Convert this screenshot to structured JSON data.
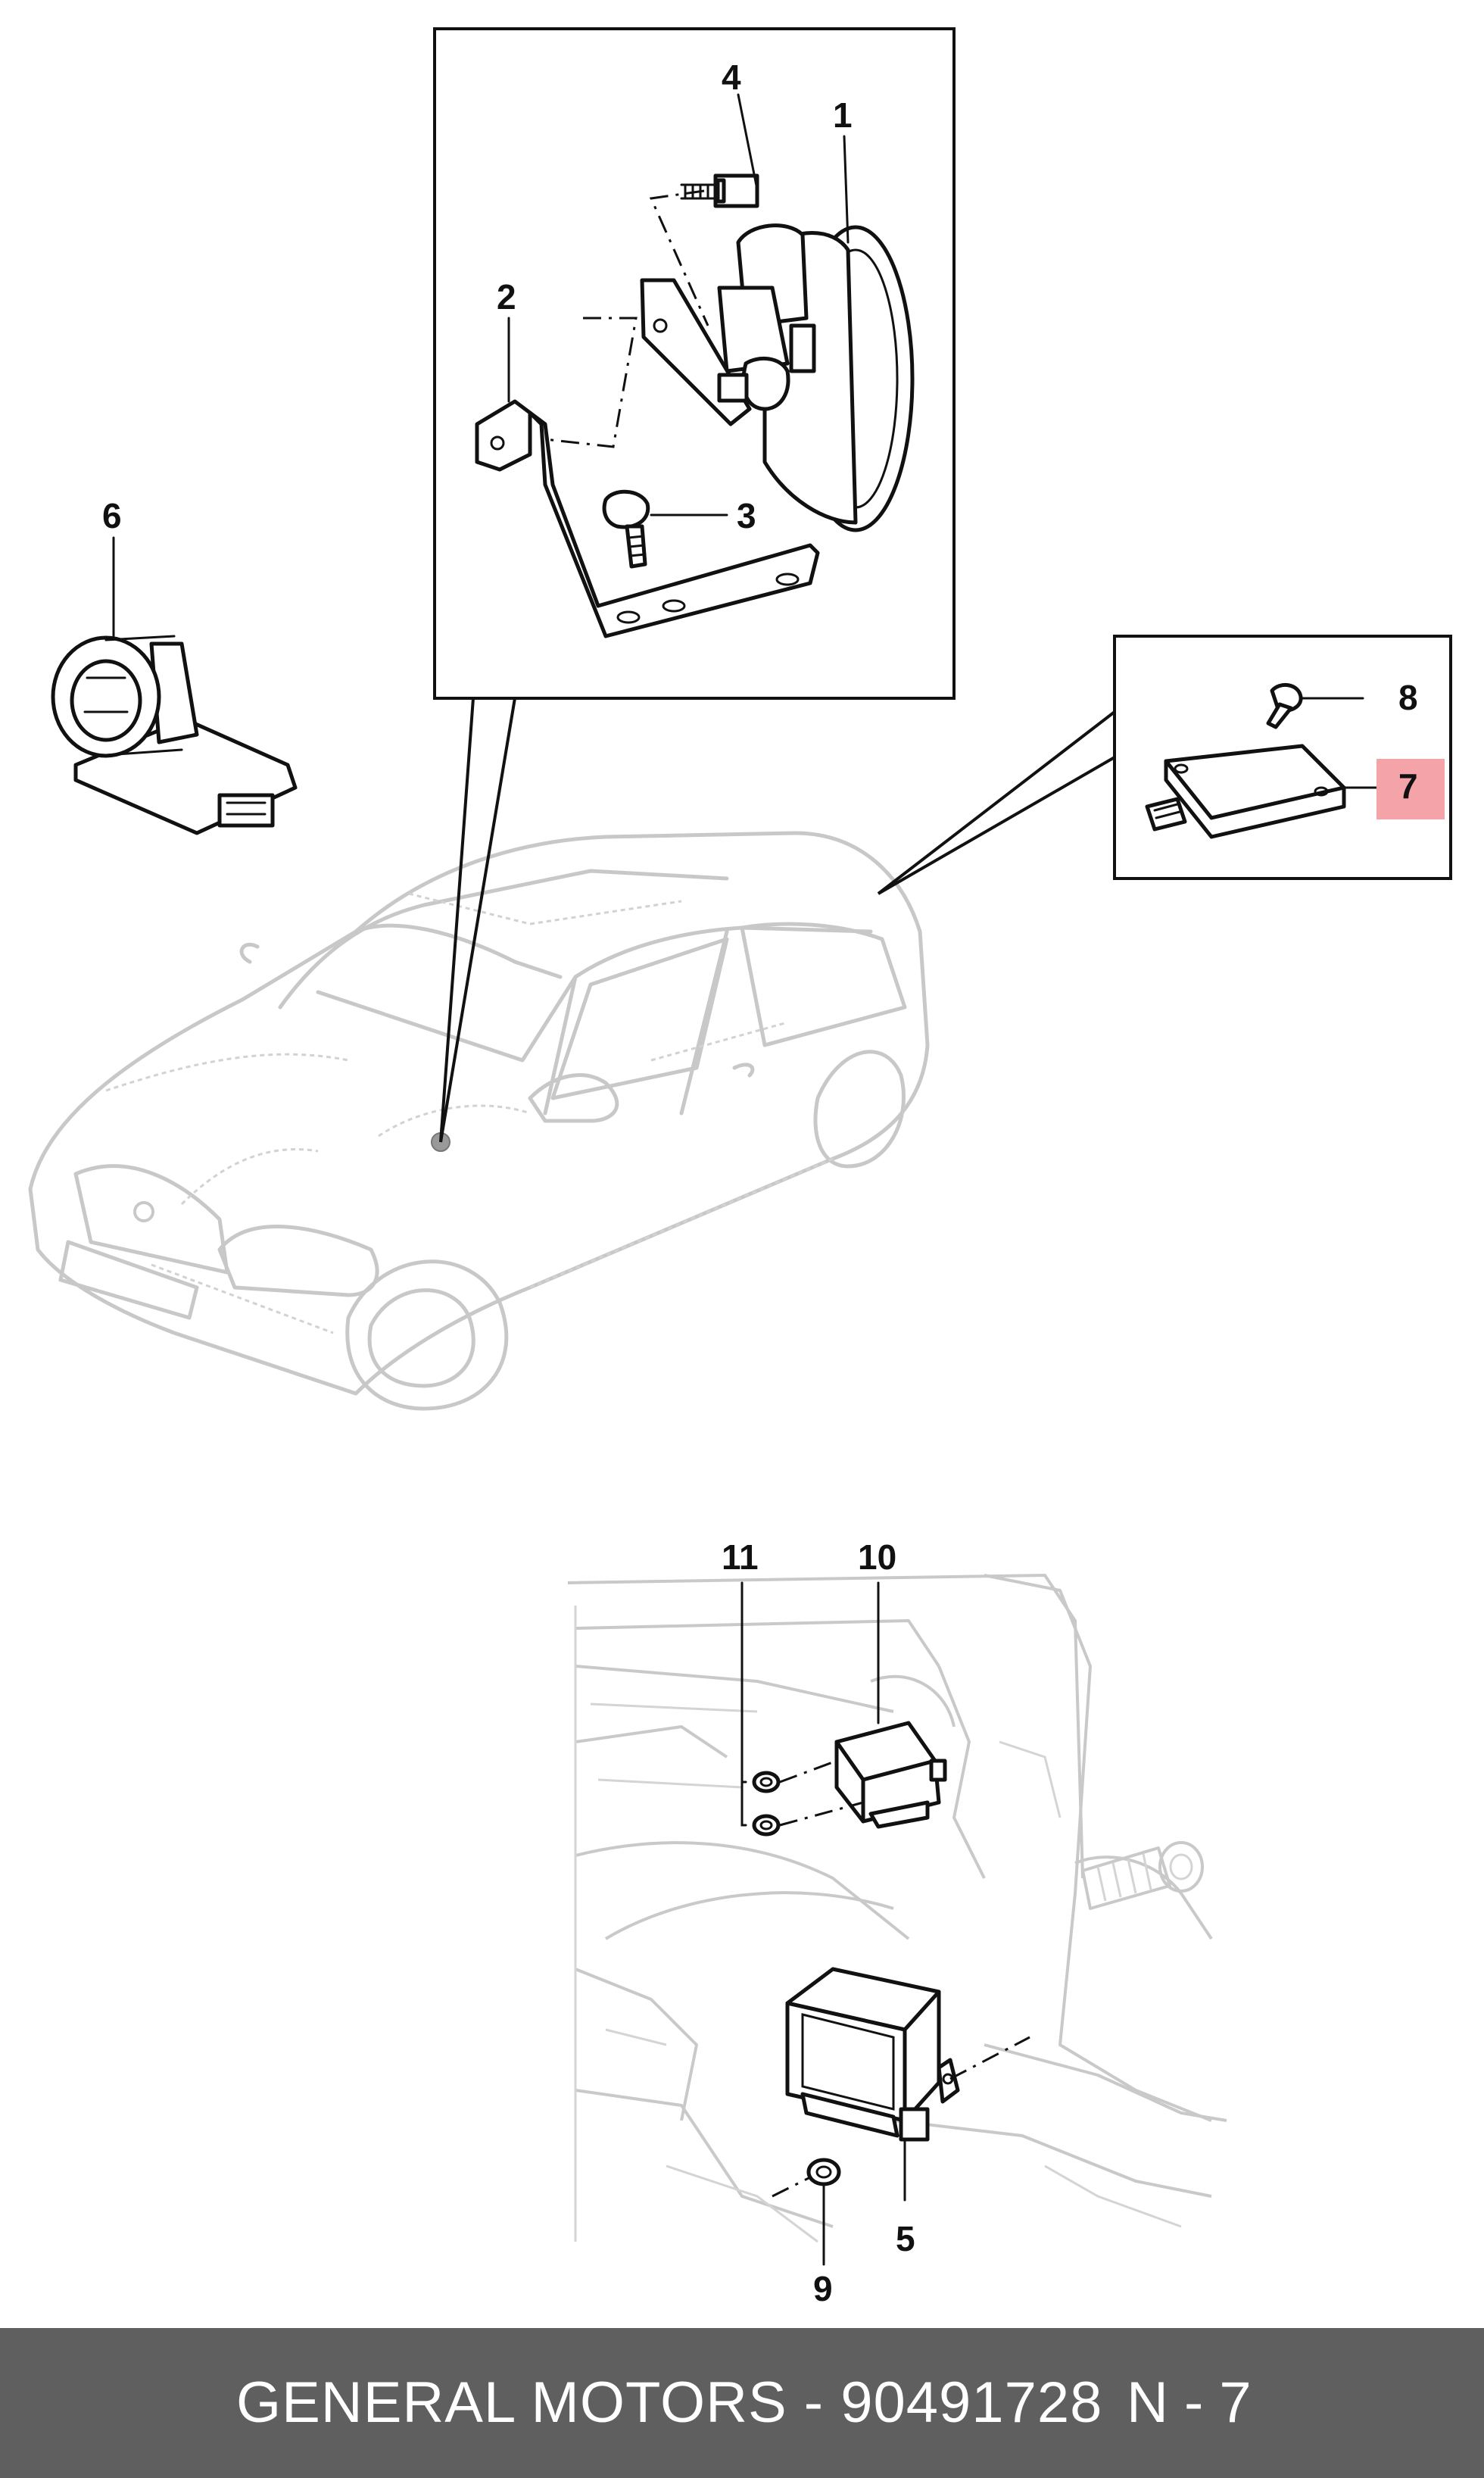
{
  "callouts": {
    "c1": "1",
    "c2": "2",
    "c3": "3",
    "c4": "4",
    "c5": "5",
    "c6": "6",
    "c7": "7",
    "c8": "8",
    "c9": "9",
    "c10": "10",
    "c11": "11"
  },
  "highlight": {
    "callout": "7",
    "color": "#f4a3a8"
  },
  "footer": {
    "part_label": "GENERAL MOTORS - 90491728",
    "page_label": "N - 7",
    "background": "#5f5f5f",
    "text_color": "#ffffff"
  }
}
